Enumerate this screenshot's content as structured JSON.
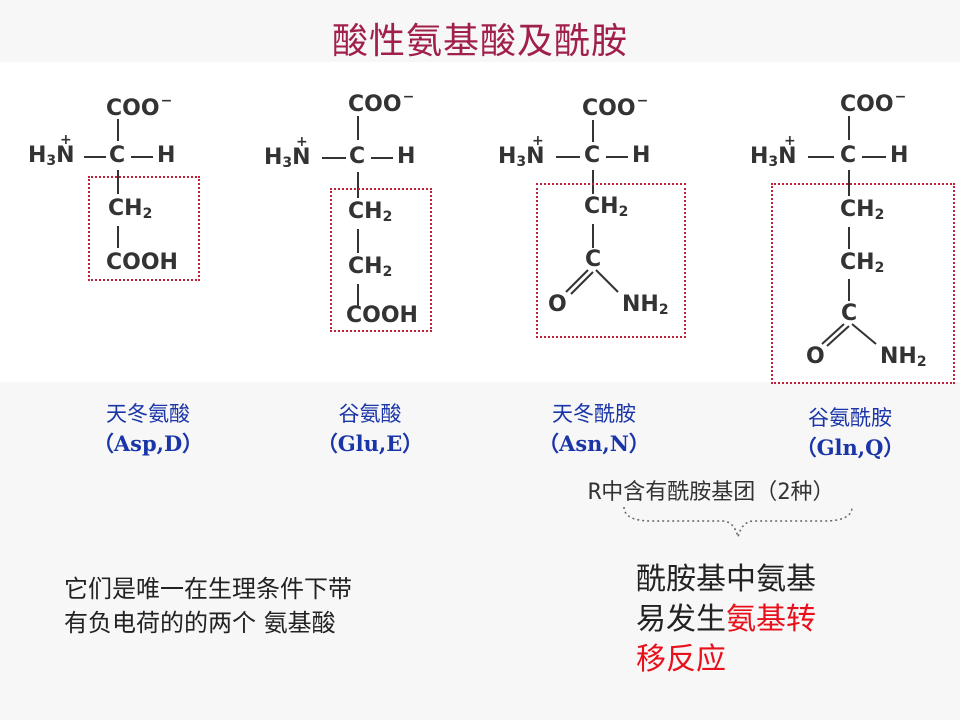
{
  "title": "酸性氨基酸及酰胺",
  "atoms": {
    "coo": "COO",
    "minus": "−",
    "h3n_H": "H",
    "h3n_3": "3",
    "h3n_N": "N",
    "plus": "+",
    "c": "C",
    "h": "H",
    "ch2_CH": "CH",
    "ch2_2": "2",
    "cooh": "COOH",
    "o": "O",
    "nh2_NH": "NH",
    "nh2_2": "2"
  },
  "amino_acids": [
    {
      "name": "天冬氨酸",
      "abbr": "（Asp,D）"
    },
    {
      "name": "谷氨酸",
      "abbr": "（Glu,E）"
    },
    {
      "name": "天冬酰胺",
      "abbr": "（Asn,N）"
    },
    {
      "name": "谷氨酰胺",
      "abbr": "（Gln,Q）"
    }
  ],
  "r_note": "R中含有酰胺基团（2种）",
  "left_note": {
    "line1": "它们是唯一在生理条件下带",
    "line2": "有负电荷的的两个 氨基酸"
  },
  "right_note": {
    "line1": "酰胺基中氨基",
    "line2_a": "易发生",
    "line2_b": "氨基转",
    "line3": "移反应"
  },
  "colors": {
    "title": "#a0204a",
    "names": "#1a35a8",
    "box": "#c0203a",
    "highlight": "#e8101a"
  }
}
